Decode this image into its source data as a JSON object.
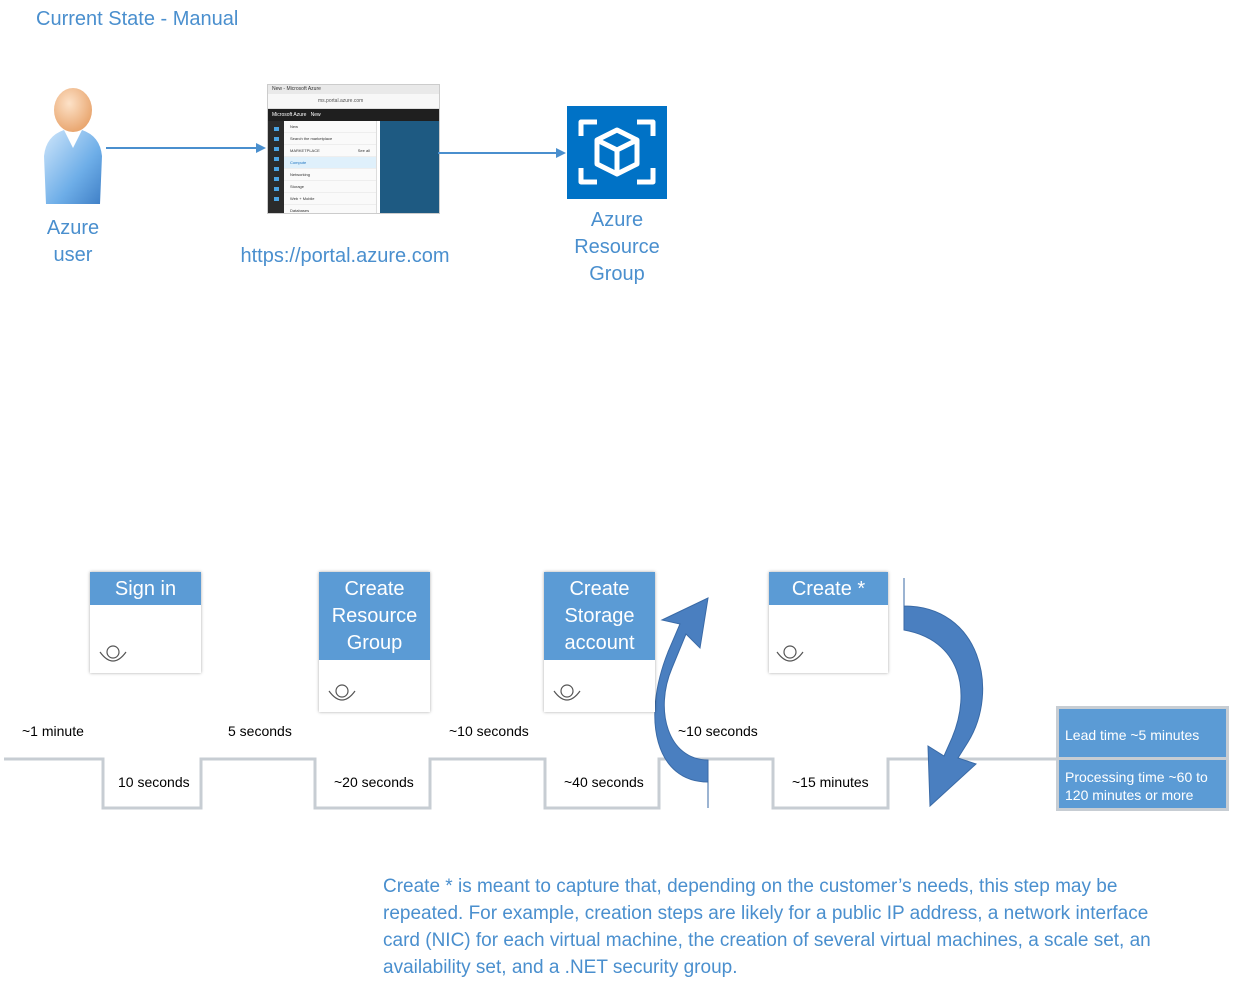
{
  "title": "Current State - Manual",
  "actors": {
    "user_label_line1": "Azure",
    "user_label_line2": "user",
    "portal_url": "https://portal.azure.com",
    "rg_label_line1": "Azure",
    "rg_label_line2": "Resource",
    "rg_label_line3": "Group"
  },
  "browser_thumb": {
    "tab_text": "New - Microsoft Azure",
    "address": "ms.portal.azure.com",
    "brand": "Microsoft Azure",
    "breadcrumb": "New",
    "panel_title": "New",
    "search_placeholder": "Search the marketplace",
    "marketplace": "MARKETPLACE",
    "see_all": "See all",
    "items": [
      "Compute",
      "Networking",
      "Storage",
      "Web + Mobile",
      "Databases"
    ]
  },
  "steps": {
    "signin": "Sign in",
    "crg_1": "Create",
    "crg_2": "Resource",
    "crg_3": "Group",
    "csa_1": "Create",
    "csa_2": "Storage",
    "csa_3": "account",
    "create": "Create *"
  },
  "timeline": {
    "wait_1": "~1 minute",
    "proc_1": "10 seconds",
    "wait_2": "5 seconds",
    "proc_2": "~20 seconds",
    "wait_3": "~10 seconds",
    "proc_3": "~40 seconds",
    "wait_4": "~10 seconds",
    "proc_4": "~15 minutes"
  },
  "summary": {
    "lead_time": "Lead time ~5 minutes",
    "processing_line1": "Processing time  ~60 to",
    "processing_line2": "120 minutes or more"
  },
  "note": {
    "line1": "Create * is meant to capture that, depending on the customer’s needs, this step may be",
    "line2": "repeated. For example, creation steps are likely for a public IP address, a network interface",
    "line3": "card (NIC) for each virtual machine, the creation of several virtual machines, a scale set, an",
    "line4": "availability set, and a .NET security group."
  },
  "colors": {
    "accent": "#5b9bd5",
    "text_blue": "#4a8fce",
    "arrow_blue": "#4472c4",
    "timeline_gray": "#c7cdd3",
    "azure_tile": "#0072c6"
  }
}
